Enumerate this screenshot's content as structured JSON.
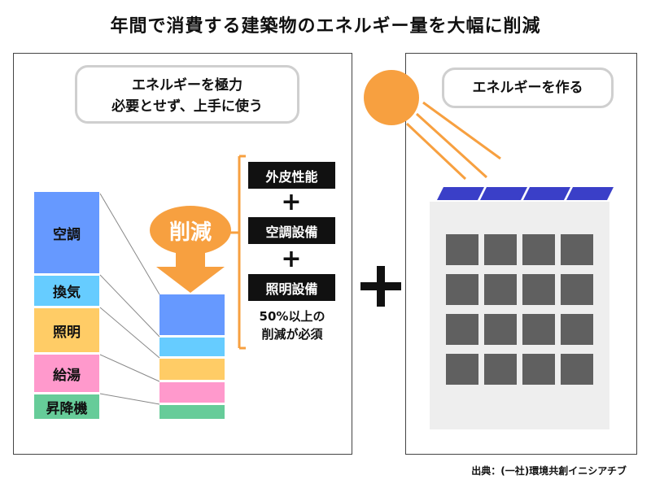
{
  "title": "年間で消費する建築物のエネルギー量を大幅に削減",
  "left_panel": {
    "bubble_line1": "エネルギーを極力",
    "bubble_line2": "必要とせず、上手に使う",
    "categories": [
      {
        "label": "空調",
        "color": "#6699ff"
      },
      {
        "label": "換気",
        "color": "#66ccff"
      },
      {
        "label": "照明",
        "color": "#ffcc66"
      },
      {
        "label": "給湯",
        "color": "#ff99cc"
      },
      {
        "label": "昇降機",
        "color": "#66cc99"
      }
    ],
    "reduction_label": "削減",
    "measures": [
      "外皮性能",
      "空調設備",
      "照明設備"
    ],
    "plus_sign": "+",
    "required_line1": "50%以上の",
    "required_line2": "削減が必須",
    "accent_color": "#f7a040"
  },
  "right_panel": {
    "bubble": "エネルギーを作る",
    "sun_color": "#f7a040",
    "solar_panel_color": "#3a3fc8",
    "building_color": "#eeeeee",
    "window_color": "#606060"
  },
  "source": "出典：(一社)環境共創イニシアチブ"
}
